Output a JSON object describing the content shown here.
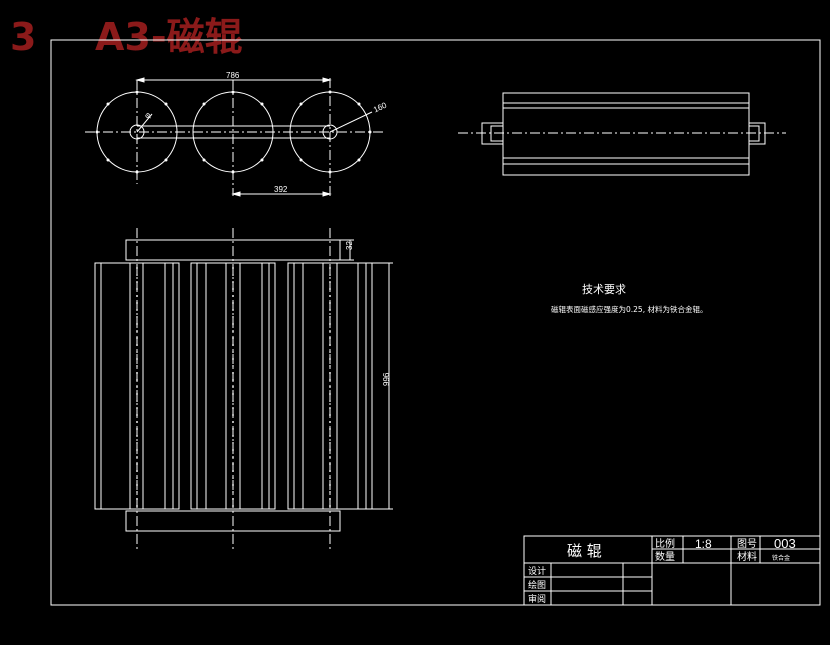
{
  "header": {
    "number": "3",
    "title": "A3-磁辊"
  },
  "colors": {
    "background": "#000000",
    "line": "#ffffff",
    "header": "#8b1a1a",
    "dim": "#ffffff"
  },
  "top_view": {
    "dim_total": "786",
    "dim_pitch": "392",
    "dim_small_dia": "φ",
    "dim_large_dia": "160"
  },
  "front_view": {
    "dim_top": "32",
    "dim_height": "996"
  },
  "side_view": {
    "label": ""
  },
  "requirements": {
    "title": "技术要求",
    "line1": "磁辊表面磁感应强度为0.25, 材料为铁合金辊。"
  },
  "title_block": {
    "part_name": "磁  辊",
    "scale_label": "比例",
    "scale_value": "1:8",
    "drawing_no_label": "图号",
    "drawing_no_value": "003",
    "qty_label": "数量",
    "material_label": "材料",
    "material_value": "铁合金",
    "design_label": "设计",
    "draw_label": "绘图",
    "review_label": "审阅"
  }
}
